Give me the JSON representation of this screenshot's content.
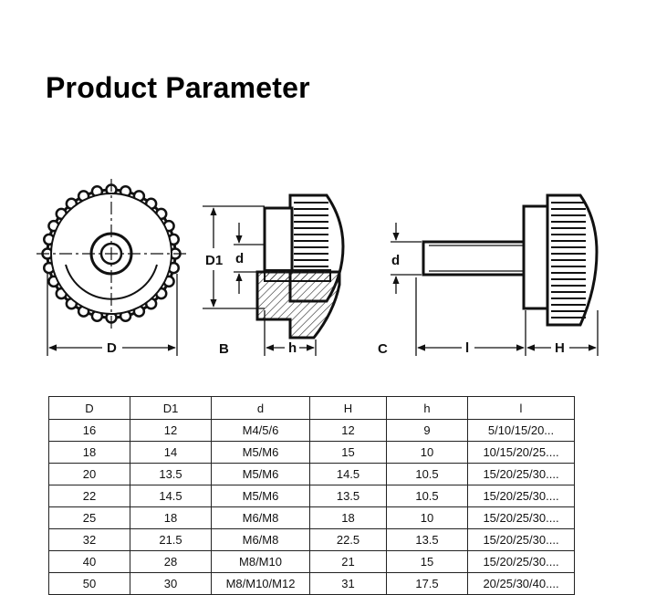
{
  "title": "Product Parameter",
  "diagram": {
    "label_D": "D",
    "label_D1": "D1",
    "label_d_side": "d",
    "label_B": "B",
    "label_h": "h",
    "label_C": "C",
    "label_d_bolt": "d",
    "label_l": "l",
    "label_H": "H"
  },
  "table": {
    "headers": [
      "D",
      "D1",
      "d",
      "H",
      "h",
      "l"
    ],
    "rows": [
      [
        "16",
        "12",
        "M4/5/6",
        "12",
        "9",
        "5/10/15/20..."
      ],
      [
        "18",
        "14",
        "M5/M6",
        "15",
        "10",
        "10/15/20/25...."
      ],
      [
        "20",
        "13.5",
        "M5/M6",
        "14.5",
        "10.5",
        "15/20/25/30...."
      ],
      [
        "22",
        "14.5",
        "M5/M6",
        "13.5",
        "10.5",
        "15/20/25/30...."
      ],
      [
        "25",
        "18",
        "M6/M8",
        "18",
        "10",
        "15/20/25/30...."
      ],
      [
        "32",
        "21.5",
        "M6/M8",
        "22.5",
        "13.5",
        "15/20/25/30...."
      ],
      [
        "40",
        "28",
        "M8/M10",
        "21",
        "15",
        "15/20/25/30...."
      ],
      [
        "50",
        "30",
        "M8/M10/M12",
        "31",
        "17.5",
        "20/25/30/40...."
      ]
    ]
  }
}
